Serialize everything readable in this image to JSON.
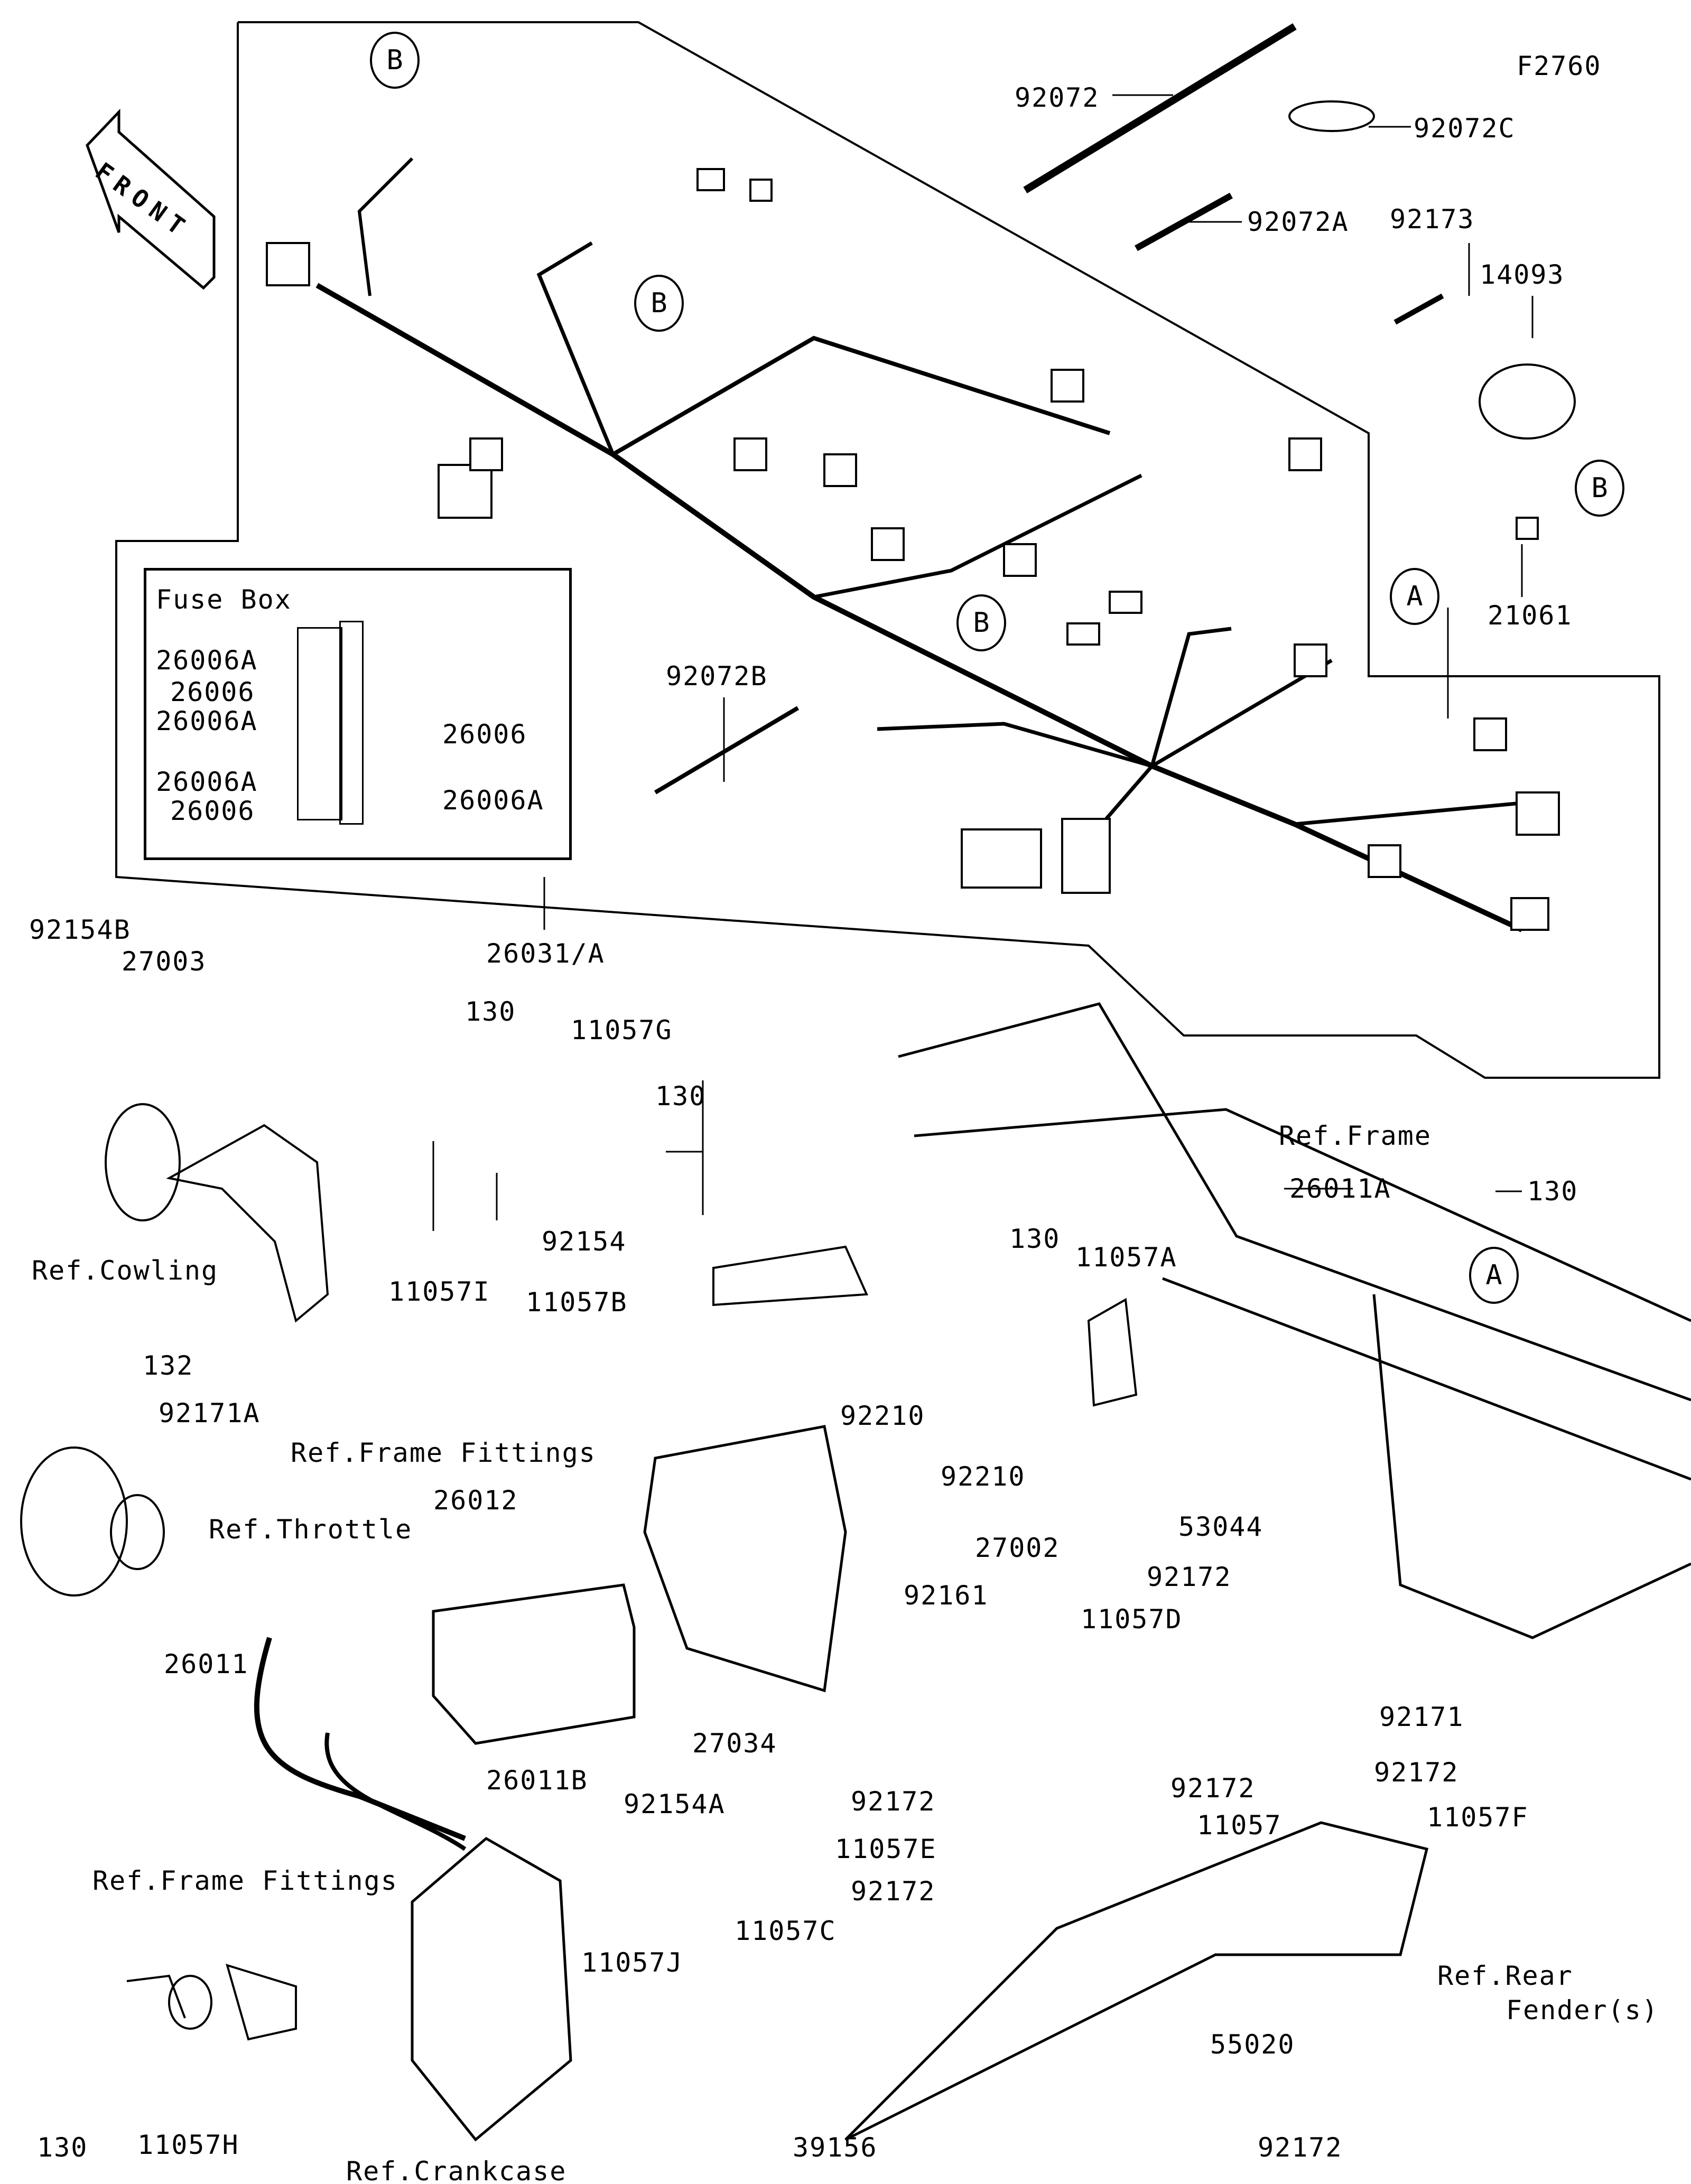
{
  "diagram_code": "F2760",
  "front_arrow": "FRONT",
  "fuse_box": {
    "title": "Fuse Box",
    "left_labels": [
      "26006A",
      "26006",
      "26006A",
      "26006A",
      "26006"
    ],
    "right_labels": [
      "26006",
      "26006A"
    ]
  },
  "callouts": {
    "A": "A",
    "B": "B"
  },
  "parts": {
    "p92072": "92072",
    "p92072C": "92072C",
    "p92072A": "92072A",
    "p92173": "92173",
    "p14093": "14093",
    "p21061": "21061",
    "p92072B": "92072B",
    "p26031A": "26031/A",
    "p26011A": "26011A",
    "p92154B": "92154B",
    "p27003": "27003",
    "p130a": "130",
    "p110571": "11057I",
    "refCowling": "Ref.Cowling",
    "p11057G": "11057G",
    "p130b": "130",
    "refFrame": "Ref.Frame",
    "p130c": "130",
    "p92154": "92154",
    "p11057B": "11057B",
    "p130d": "130",
    "p11057A": "11057A",
    "p132": "132",
    "p92171A": "92171A",
    "p92210a": "92210",
    "refFrameFittings": "Ref.Frame Fittings",
    "p92210b": "92210",
    "refThrottle": "Ref.Throttle",
    "p26012": "26012",
    "p53044": "53044",
    "p27002": "27002",
    "p92172a": "92172",
    "p92161": "92161",
    "p11057D": "11057D",
    "p26011": "26011",
    "p27034": "27034",
    "p92171": "92171",
    "p92172b": "92172",
    "p26011B": "26011B",
    "p92172c": "92172",
    "p92172d": "92172",
    "p11057F": "11057F",
    "p92154A": "92154A",
    "p11057E": "11057E",
    "p11057": "11057",
    "refFrameFittings2": "Ref.Frame Fittings",
    "p92172e": "92172",
    "p11057C": "11057C",
    "p11057J": "11057J",
    "refRearFender": "Ref.Rear",
    "refRearFender2": "Fender(s)",
    "p55020": "55020",
    "p130e": "130",
    "p11057H": "11057H",
    "p39156": "39156",
    "refCrankcase": "Ref.Crankcase",
    "p92172f": "92172"
  }
}
